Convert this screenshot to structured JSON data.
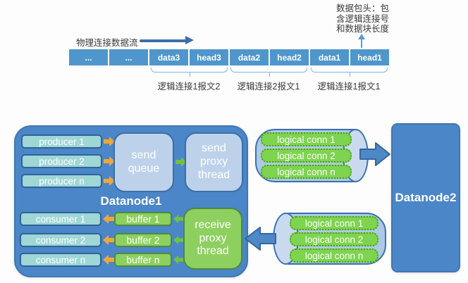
{
  "top_diagram": {
    "flow_label": "物理连接数据流",
    "annotation_lines": [
      "数据包头：包",
      "含逻辑连接号",
      "和数据块长度"
    ],
    "segments": [
      "...",
      "...",
      "data3",
      "head3",
      "data2",
      "head2",
      "data1",
      "head1"
    ],
    "bracket_labels": [
      "逻辑连接1报文2",
      "逻辑连接2报文1",
      "逻辑连接1报文1"
    ]
  },
  "datanode1": {
    "title": "Datanode1",
    "producers": [
      "producer 1",
      "producer 2",
      "producer n"
    ],
    "send_queue_label": "send queue",
    "send_proxy_label": "send proxy thread",
    "consumers": [
      "consumer 1",
      "consumer 2",
      "consumer n"
    ],
    "buffers": [
      "buffer 1",
      "buffer 2",
      "buffer n"
    ],
    "receive_proxy_label": "receive proxy thread"
  },
  "pipes": {
    "outbound_items": [
      "logical conn 1",
      "logical conn 2",
      "logical conn n"
    ],
    "inbound_items": [
      "logical conn 1",
      "logical conn 2",
      "logical conn n"
    ]
  },
  "datanode2": {
    "title": "Datanode2"
  },
  "colors": {
    "node_blue": "#4a86c8",
    "node_border": "#3f77b2",
    "bar_blue": "#4e96cb",
    "teal_box": "#9fd6d6",
    "teal_border": "#2f6496",
    "panel_blue": "#bdd2ea",
    "panel_border": "#3c6fa5",
    "green_box": "#8ed05f",
    "green_border": "#4c8a3f",
    "conn_green": "#7ed34f",
    "conn_border": "#4f9e2a",
    "pipe_fill": "#adc9e7",
    "pipe_cap": "#c9daee",
    "pipe_border": "#3b70ad",
    "arrow_orange": "#f0a63a",
    "arrow_green": "#72c13e",
    "arrow_blue": "#4e88c6",
    "bracket_blue": "#85b6e0",
    "text_dark": "#3a3a3a"
  }
}
